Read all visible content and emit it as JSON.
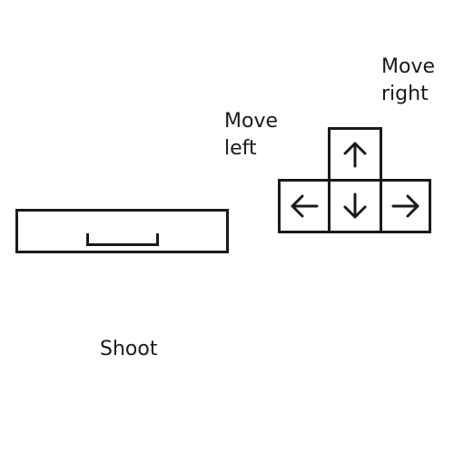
{
  "labels": {
    "move_right": [
      "Move",
      "right"
    ],
    "move_left": [
      "Move",
      "left"
    ],
    "shoot": "Shoot"
  },
  "keys": {
    "up": "arrow-up-icon",
    "left": "arrow-left-icon",
    "down": "arrow-down-icon",
    "right": "arrow-right-icon",
    "space": "spacebar-key"
  },
  "colors": {
    "stroke": "#1a1a1a",
    "background": "#ffffff"
  }
}
